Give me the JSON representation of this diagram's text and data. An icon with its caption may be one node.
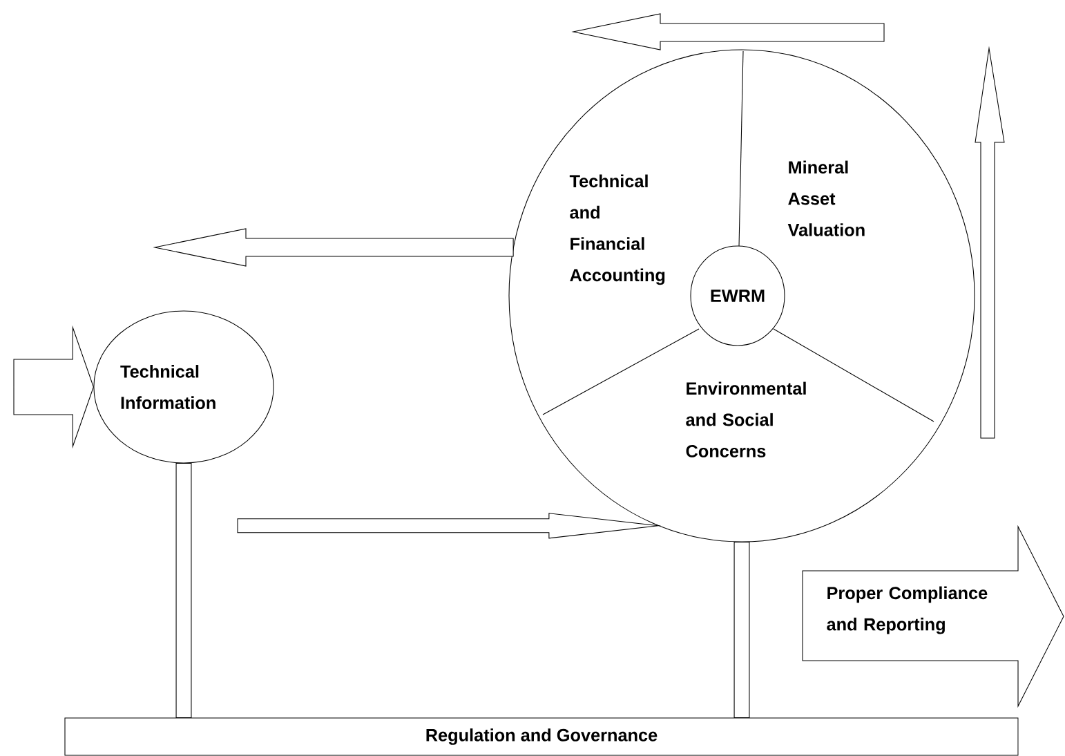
{
  "diagram": {
    "nodes": [
      {
        "text": [
          "Technical Information"
        ]
      },
      {
        "text": [],
        "shape": "circle"
      },
      {
        "text": [
          "Technical and Financial Accounting"
        ],
        "in": 1
      },
      {
        "text": [
          "Mineral Asset Valuation"
        ],
        "in": 1
      },
      {
        "text": [
          "EWRM"
        ],
        "in": 1
      },
      {
        "text": [
          "Environmental and Social Concerns"
        ],
        "in": 1
      },
      {
        "text": [
          "Proper Compliance and Reporting"
        ]
      },
      {
        "text": [
          "Regulation and Governance"
        ]
      }
    ],
    "edges": [
      {
        "from": null,
        "to": 0,
        "arrow": "to"
      },
      {
        "from": null,
        "to": 1,
        "arrow": "to"
      },
      {
        "from": 1,
        "to": null,
        "arrow": "to"
      },
      {
        "from": 0,
        "to": 7,
        "arrow": "none"
      },
      {
        "from": 1,
        "to": 7,
        "arrow": "none"
      }
    ]
  }
}
